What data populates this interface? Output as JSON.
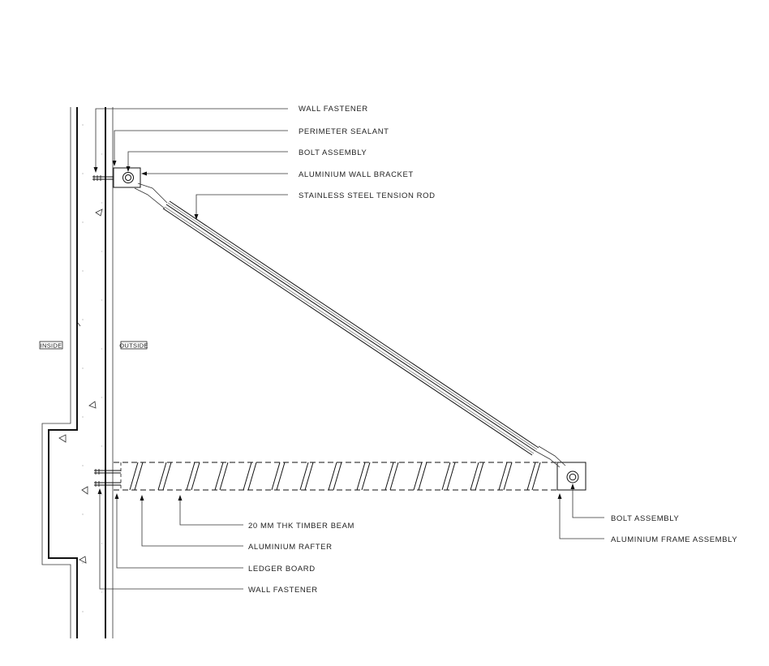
{
  "labels": {
    "inside": "INSIDE",
    "outside": "OUTSIDE",
    "wall_fastener_top": "WALL FASTENER",
    "perimeter_sealant": "PERIMETER SEALANT",
    "bolt_assembly_top": "BOLT ASSEMBLY",
    "aluminium_wall_bracket": "ALUMINIUM WALL BRACKET",
    "tension_rod": "STAINLESS STEEL TENSION ROD",
    "timber_beam": "20 MM THK TIMBER BEAM",
    "aluminium_rafter": "ALUMINIUM RAFTER",
    "ledger_board": "LEDGER BOARD",
    "wall_fastener_bottom": "WALL FASTENER",
    "bolt_assembly_bottom": "BOLT ASSEMBLY",
    "aluminium_frame_assembly": "ALUMINIUM FRAME ASSEMBLY"
  }
}
